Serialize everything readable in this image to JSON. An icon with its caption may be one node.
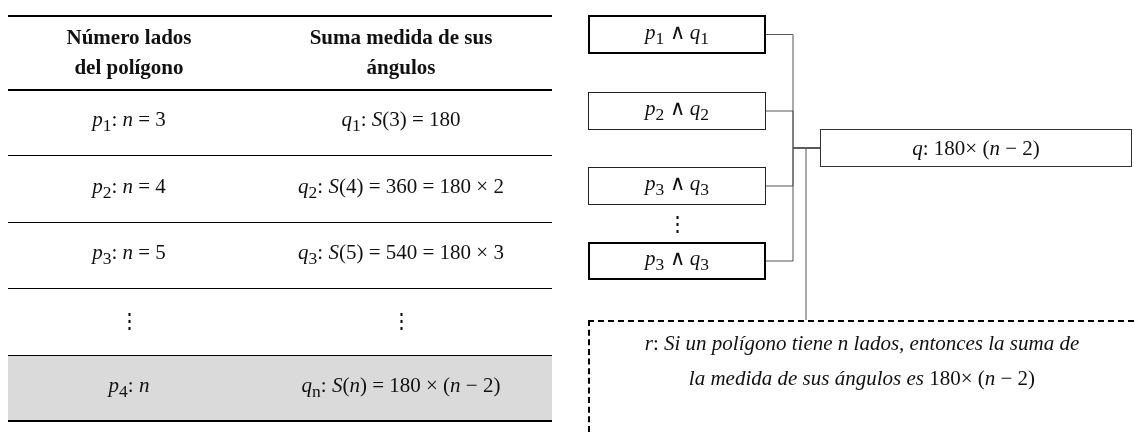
{
  "diagram": {
    "nodes": [
      {
        "text": [
          "*p*$_{1}$ ∧ *q*$_{1}$"
        ]
      },
      {
        "text": [
          "*p*$_{2}$ ∧ *q*$_{2}$"
        ]
      },
      {
        "text": [
          "*p*$_{3}$ ∧ *q*$_{3}$"
        ]
      },
      {
        "text": [
          "*p*$_{3}$ ∧ *q*$_{3}$"
        ]
      },
      {
        "text": [
          "*q*: 180× (*n* − 2)"
        ]
      },
      {
        "text": [
          "*r*: *Si un polígono tiene n lados, entonces la suma de la medida de sus ángulos es* 180× (*n* − 2)"
        ]
      }
    ],
    "edges": [
      {
        "from": 0,
        "to": 4,
        "arrow": "none"
      },
      {
        "from": 1,
        "to": 4,
        "arrow": "none"
      },
      {
        "from": 2,
        "to": 4,
        "arrow": "none"
      },
      {
        "from": 3,
        "to": 4,
        "arrow": "none"
      },
      {
        "from": 4,
        "to": 5,
        "arrow": "none"
      }
    ],
    "labels": [
      "Número lados del polígono",
      "Suma medida de sus ángulos",
      "*p*$_{1}$: *n* = 3",
      "*q*$_{1}$: *S*(3) = 180",
      "*p*$_{2}$: *n* = 4",
      "*q*$_{2}$: *S*(4) = 360 = 180 × 2",
      "*p*$_{3}$: *n* = 5",
      "*q*$_{3}$: *S*(5) = 540 = 180 × 3",
      "⋮",
      "⋮",
      "*p*$_{4}$: *n*",
      "*q*$_{n}$: *S*(*n*) = 180 × (*n* − 2)",
      "⋮"
    ]
  }
}
